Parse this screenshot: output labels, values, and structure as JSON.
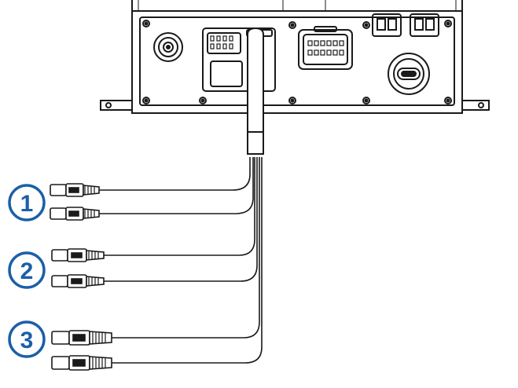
{
  "diagram": {
    "device": {
      "name": "amplifier-unit",
      "connectors": [
        "round-power-port",
        "wiring-harness-port",
        "rectangular-pin-port",
        "usb-style-port",
        "top-clip-left",
        "top-clip-right"
      ]
    },
    "callouts": [
      {
        "id": "pair-1",
        "label": "1"
      },
      {
        "id": "pair-2",
        "label": "2"
      },
      {
        "id": "pair-3",
        "label": "3"
      }
    ],
    "colors": {
      "stroke": "#1a1a1a",
      "callout": "#1b5fa8",
      "background": "#ffffff"
    },
    "plug_count": 6
  }
}
